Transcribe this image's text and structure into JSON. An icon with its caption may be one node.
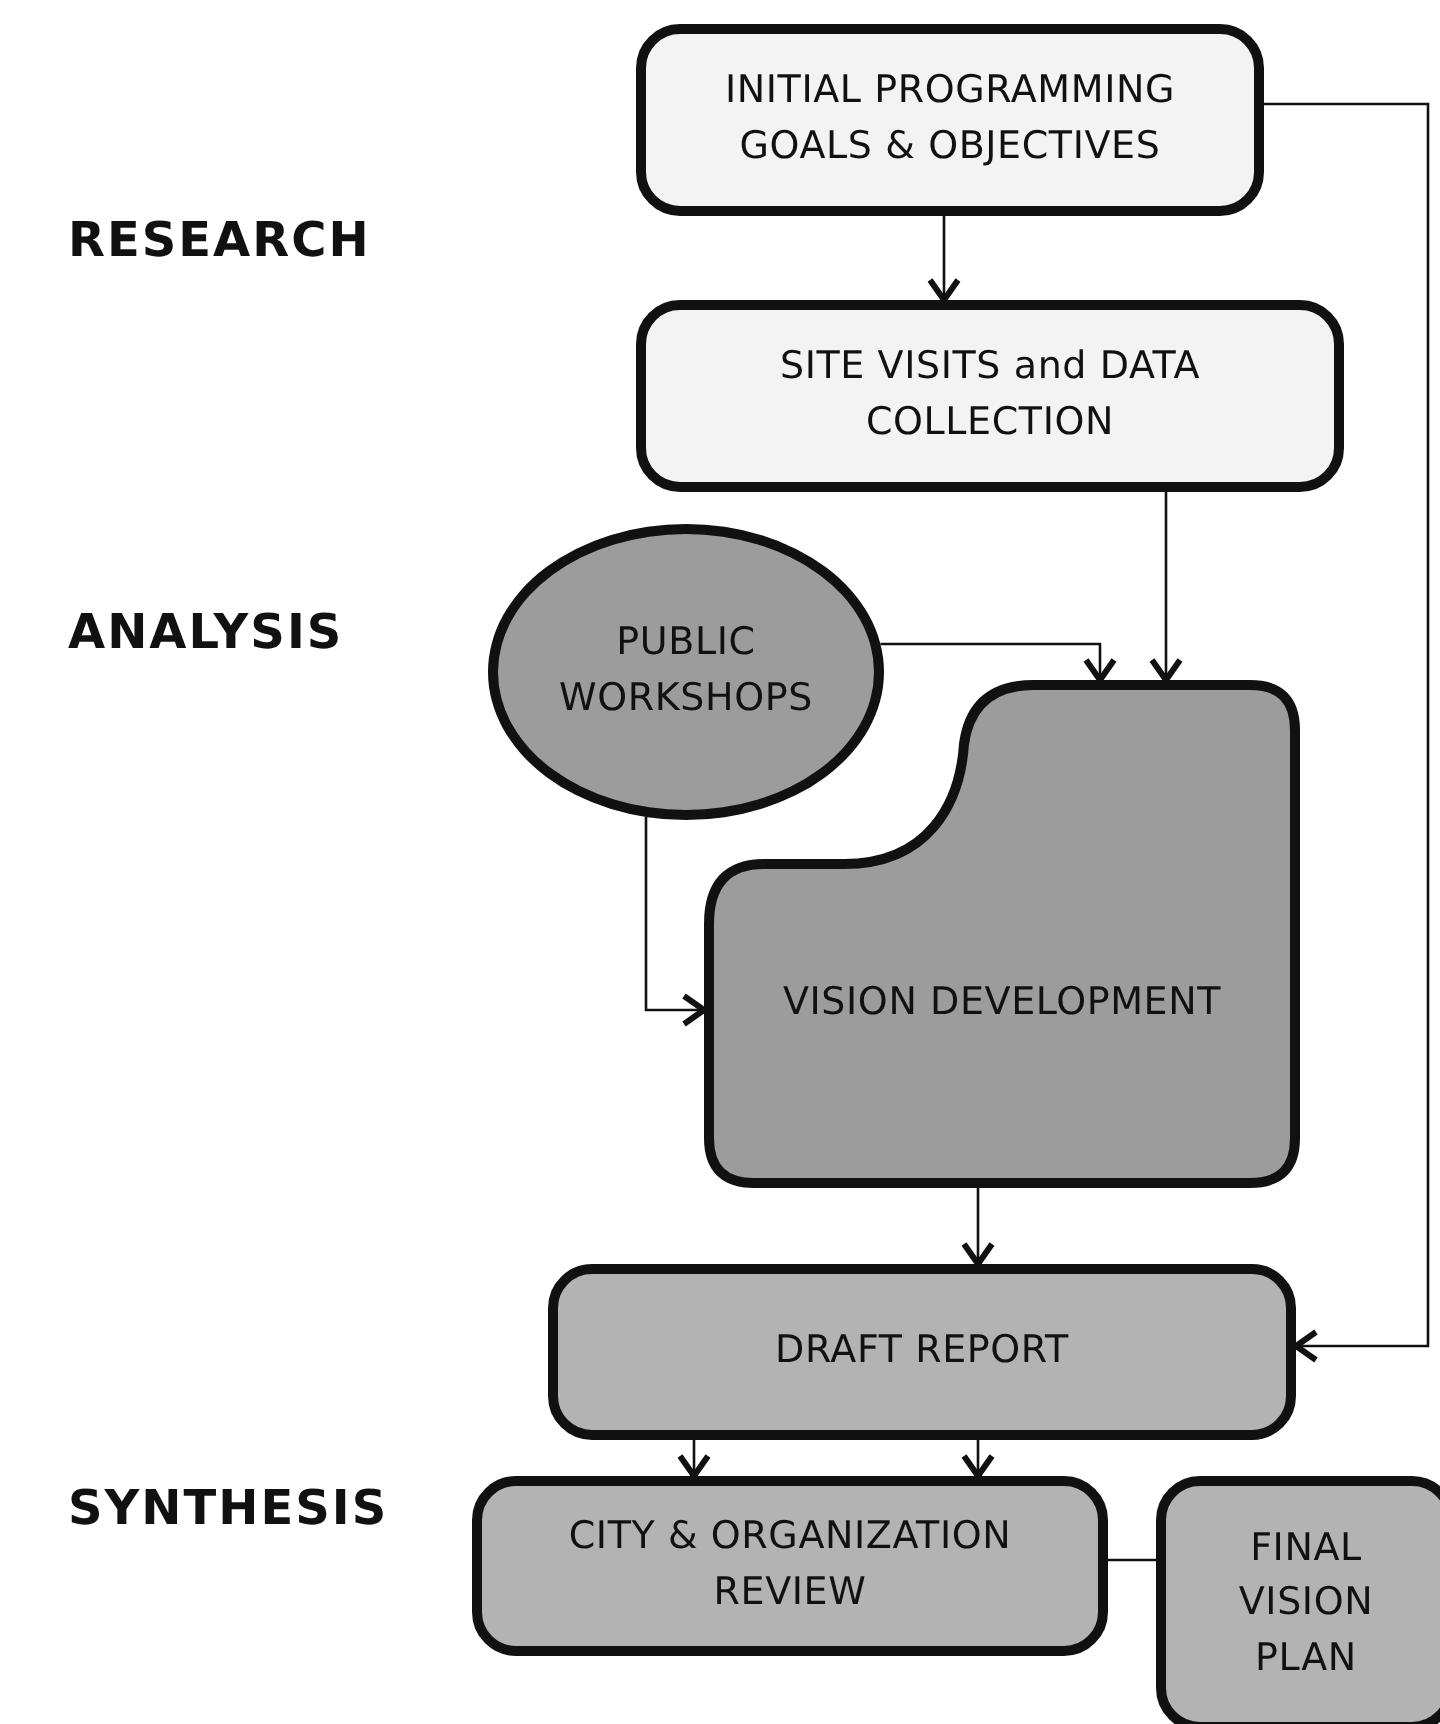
{
  "diagram": {
    "nodes": [
      {
        "text": [
          "INITIAL PROGRAMMING GOALS & OBJECTIVES"
        ]
      },
      {
        "text": [
          "SITE VISITS and DATA COLLECTION"
        ]
      },
      {
        "text": [
          "PUBLIC WORKSHOPS"
        ]
      },
      {
        "text": [
          "VISION DEVELOPMENT"
        ]
      },
      {
        "text": [
          "DRAFT REPORT"
        ]
      },
      {
        "text": [
          "CITY & ORGANIZATION REVIEW"
        ]
      },
      {
        "text": [
          "FINAL VISION PLAN"
        ]
      }
    ],
    "edges": [
      {
        "from": 0,
        "to": 1,
        "arrow": "to"
      },
      {
        "from": 1,
        "to": 3,
        "arrow": "to"
      },
      {
        "from": 2,
        "to": 3,
        "arrow": "to"
      },
      {
        "from": 2,
        "to": 3,
        "arrow": "to"
      },
      {
        "from": 0,
        "to": 4,
        "arrow": "to"
      },
      {
        "from": 3,
        "to": 4,
        "arrow": "to"
      },
      {
        "from": 4,
        "to": 5,
        "arrow": "to"
      },
      {
        "from": 4,
        "to": 5,
        "arrow": "to"
      },
      {
        "from": 5,
        "to": 6,
        "arrow": "none"
      }
    ],
    "labels": [
      "RESEARCH",
      "ANALYSIS",
      "SYNTHESIS"
    ]
  }
}
